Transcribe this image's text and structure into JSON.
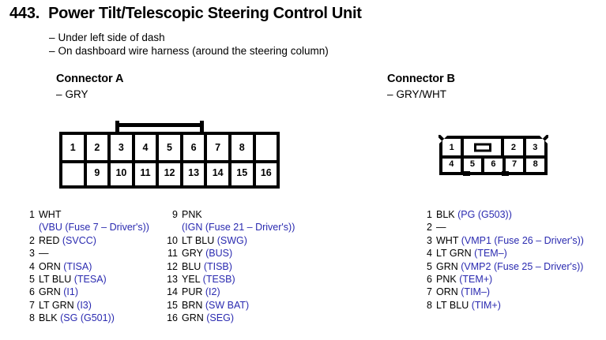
{
  "header": {
    "number": "443.",
    "title": "Power Tilt/Telescopic Steering Control Unit",
    "bullets": [
      "Under left side of dash",
      "On dashboard wire harness (around the steering column)"
    ],
    "dash": "–"
  },
  "colors": {
    "signal_blue": "#2a2ab0",
    "ink": "#000000",
    "page": "#ffffff"
  },
  "connector_a": {
    "name": "Connector A",
    "wire_color": "GRY",
    "dash": "–",
    "diagram": {
      "top_row": [
        "1",
        "2",
        "3",
        "4",
        "5",
        "6",
        "7",
        "8",
        ""
      ],
      "bottom_row": [
        "",
        "9",
        "10",
        "11",
        "12",
        "13",
        "14",
        "15",
        "16"
      ]
    },
    "pins_left": [
      {
        "n": "1",
        "color": "WHT",
        "signal": "(VBU (Fuse 7 – Driver's))",
        "wrap": true
      },
      {
        "n": "2",
        "color": "RED",
        "signal": "(SVCC)"
      },
      {
        "n": "3",
        "color": "—",
        "signal": ""
      },
      {
        "n": "4",
        "color": "ORN",
        "signal": "(TISA)"
      },
      {
        "n": "5",
        "color": "LT BLU",
        "signal": "(TESA)"
      },
      {
        "n": "6",
        "color": "GRN",
        "signal": "(I1)"
      },
      {
        "n": "7",
        "color": "LT GRN",
        "signal": "(I3)"
      },
      {
        "n": "8",
        "color": "BLK",
        "signal": "(SG (G501))"
      }
    ],
    "pins_right": [
      {
        "n": "9",
        "color": "PNK",
        "signal": "(IGN (Fuse 21 – Driver's))",
        "wrap": true
      },
      {
        "n": "10",
        "color": "LT BLU",
        "signal": "(SWG)"
      },
      {
        "n": "11",
        "color": "GRY",
        "signal": "(BUS)"
      },
      {
        "n": "12",
        "color": "BLU",
        "signal": "(TISB)"
      },
      {
        "n": "13",
        "color": "YEL",
        "signal": "(TESB)"
      },
      {
        "n": "14",
        "color": "PUR",
        "signal": "(I2)"
      },
      {
        "n": "15",
        "color": "BRN",
        "signal": "(SW BAT)"
      },
      {
        "n": "16",
        "color": "GRN",
        "signal": "(SEG)"
      }
    ]
  },
  "connector_b": {
    "name": "Connector B",
    "wire_color": "GRY/WHT",
    "dash": "–",
    "diagram": {
      "top_row": [
        "1",
        "latch",
        "2",
        "3"
      ],
      "bottom_row": [
        "4",
        "5",
        "6",
        "7",
        "8"
      ]
    },
    "pins": [
      {
        "n": "1",
        "color": "BLK",
        "signal": "(PG (G503))"
      },
      {
        "n": "2",
        "color": "—",
        "signal": ""
      },
      {
        "n": "3",
        "color": "WHT",
        "signal": "(VMP1 (Fuse 26 – Driver's))"
      },
      {
        "n": "4",
        "color": "LT GRN",
        "signal": "(TEM–)"
      },
      {
        "n": "5",
        "color": "GRN",
        "signal": "(VMP2 (Fuse 25 – Driver's))"
      },
      {
        "n": "6",
        "color": "PNK",
        "signal": "(TEM+)"
      },
      {
        "n": "7",
        "color": "ORN",
        "signal": "(TIM–)"
      },
      {
        "n": "8",
        "color": "LT BLU",
        "signal": "(TIM+)"
      }
    ]
  }
}
